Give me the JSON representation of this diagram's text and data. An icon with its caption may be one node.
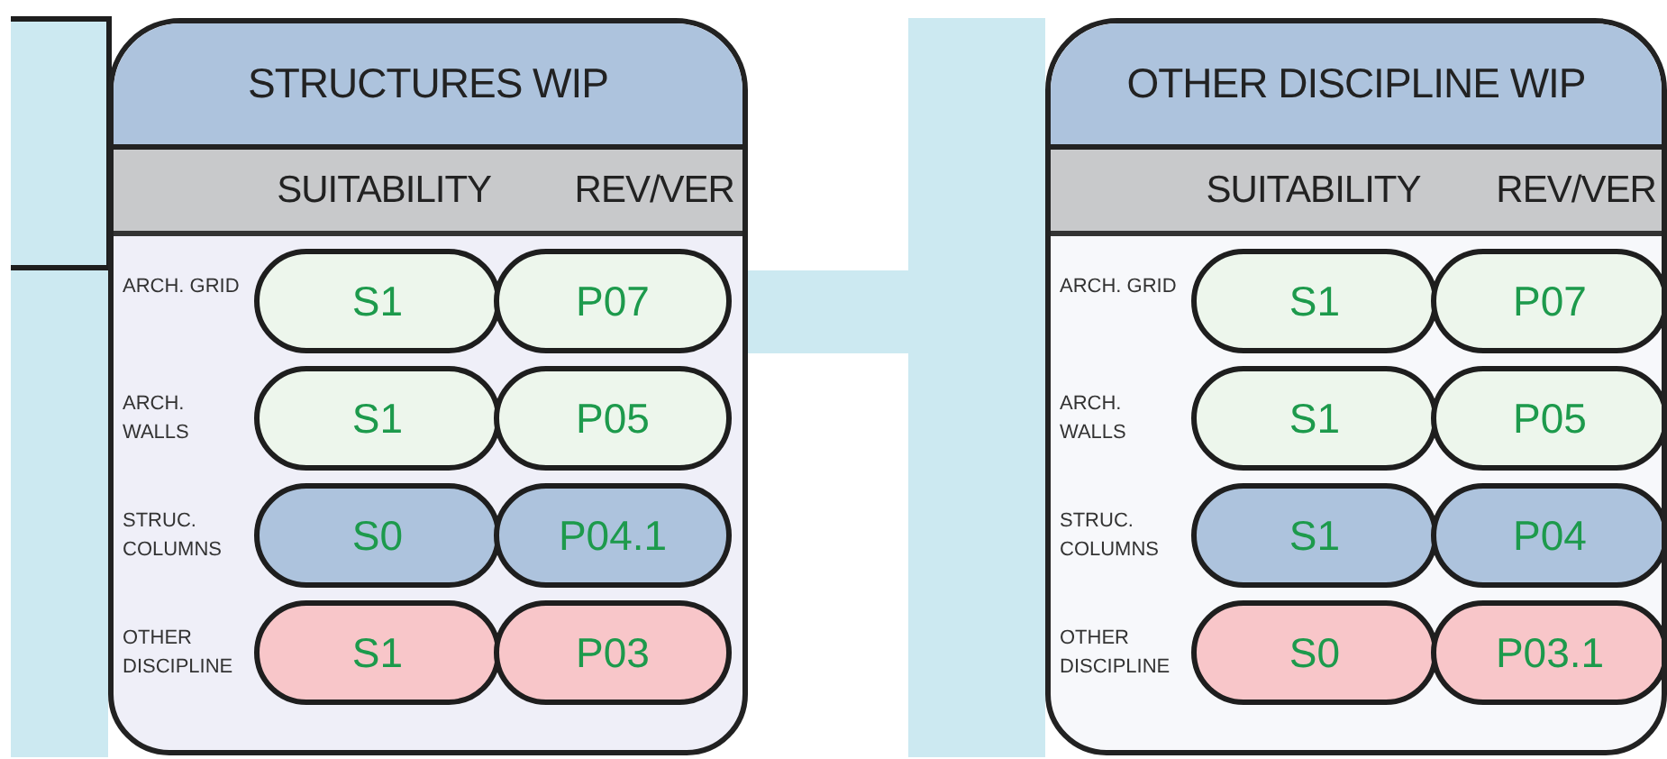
{
  "diagram": {
    "nodes": [
      {
        "text": [
          "STRUCTURES WIP",
          "SUITABILITY",
          "REV/VER",
          "ARCH. GRID",
          "ARCH. WALLS",
          "STRUC. COLUMNS",
          "OTHER DISCIPLINE"
        ]
      },
      {
        "text": [
          "S1"
        ],
        "in": 0
      },
      {
        "text": [
          "P07"
        ],
        "in": 0
      },
      {
        "text": [
          "S1"
        ],
        "in": 0
      },
      {
        "text": [
          "P05"
        ],
        "in": 0
      },
      {
        "text": [
          "S0"
        ],
        "in": 0
      },
      {
        "text": [
          "P04.1"
        ],
        "in": 0
      },
      {
        "text": [
          "S1"
        ],
        "in": 0
      },
      {
        "text": [
          "P03"
        ],
        "in": 0
      },
      {
        "text": [
          "OTHER DISCIPLINE WIP",
          "SUITABILITY",
          "REV/VER",
          "ARCH. GRID",
          "ARCH. WALLS",
          "STRUC. COLUMNS",
          "OTHER DISCIPLINE"
        ]
      },
      {
        "text": [
          "S1"
        ],
        "in": 9
      },
      {
        "text": [
          "P07"
        ],
        "in": 9
      },
      {
        "text": [
          "S1"
        ],
        "in": 9
      },
      {
        "text": [
          "P05"
        ],
        "in": 9
      },
      {
        "text": [
          "S1"
        ],
        "in": 9
      },
      {
        "text": [
          "P04"
        ],
        "in": 9
      },
      {
        "text": [
          "S0"
        ],
        "in": 9
      },
      {
        "text": [
          "P03.1"
        ],
        "in": 9
      }
    ],
    "edges": []
  }
}
